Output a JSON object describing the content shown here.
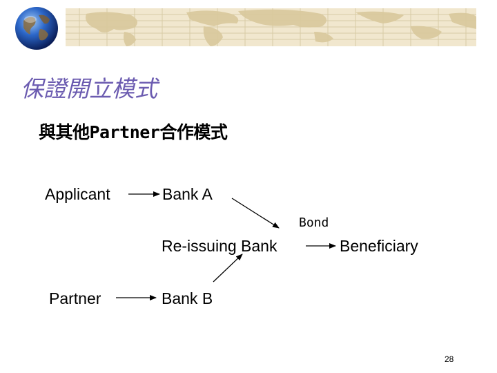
{
  "slide": {
    "title": "保證開立模式",
    "subtitle": "與其他Partner合作模式",
    "page_number": "28",
    "colors": {
      "title": "#6b5bb0",
      "banner": "#f1e7ce",
      "text": "#000000"
    },
    "decorations": [
      "globe-icon",
      "world-map-banner"
    ]
  },
  "diagram": {
    "applicant": "Applicant",
    "bank_a": "Bank A",
    "bond": "Bond",
    "reissuing_bank": "Re-issuing Bank",
    "beneficiary": "Beneficiary",
    "partner": "Partner",
    "bank_b": "Bank B"
  }
}
